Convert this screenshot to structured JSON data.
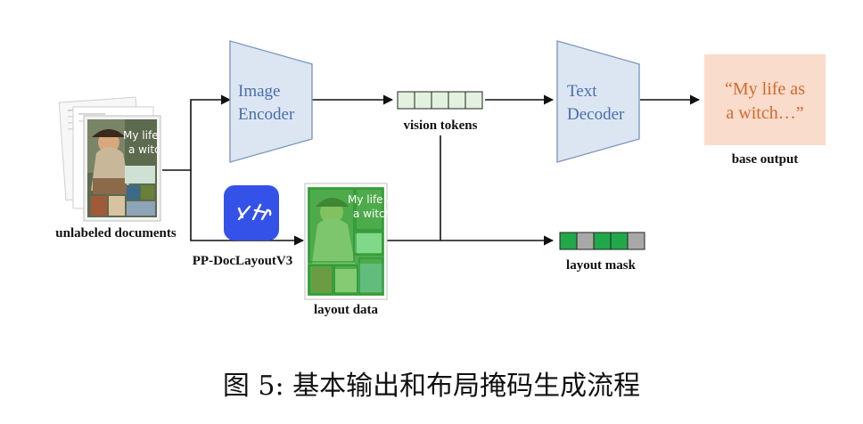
{
  "diagram": {
    "image_encoder": {
      "line1": "Image",
      "line2": "Encoder"
    },
    "text_decoder": {
      "line1": "Text",
      "line2": "Decoder"
    },
    "vision_tokens_label": "vision tokens",
    "base_output": {
      "line1": "“My life as",
      "line2": "a witch…”",
      "label": "base output"
    },
    "documents_label": "unlabeled documents",
    "doc_title_line1": "My life as",
    "doc_title_line2": "a witch",
    "pp_tool_label": "PP-DocLayoutV3",
    "layout_data_label": "layout data",
    "layout_mask_label": "layout mask",
    "layout_mask_cells": [
      1,
      0,
      1,
      1,
      0
    ],
    "colors": {
      "encoder_fill": "#dce6f3",
      "encoder_stroke": "#7f99bf",
      "encoder_text": "#4a6ea8",
      "token_fill": "#e3f1df",
      "mask_on": "#20a84a",
      "mask_off": "#a8a8a8",
      "output_fill": "#f9dccb",
      "output_text": "#d2692d",
      "logo_blue": "#3552e8"
    }
  },
  "caption": "图 5: 基本输出和布局掩码生成流程"
}
